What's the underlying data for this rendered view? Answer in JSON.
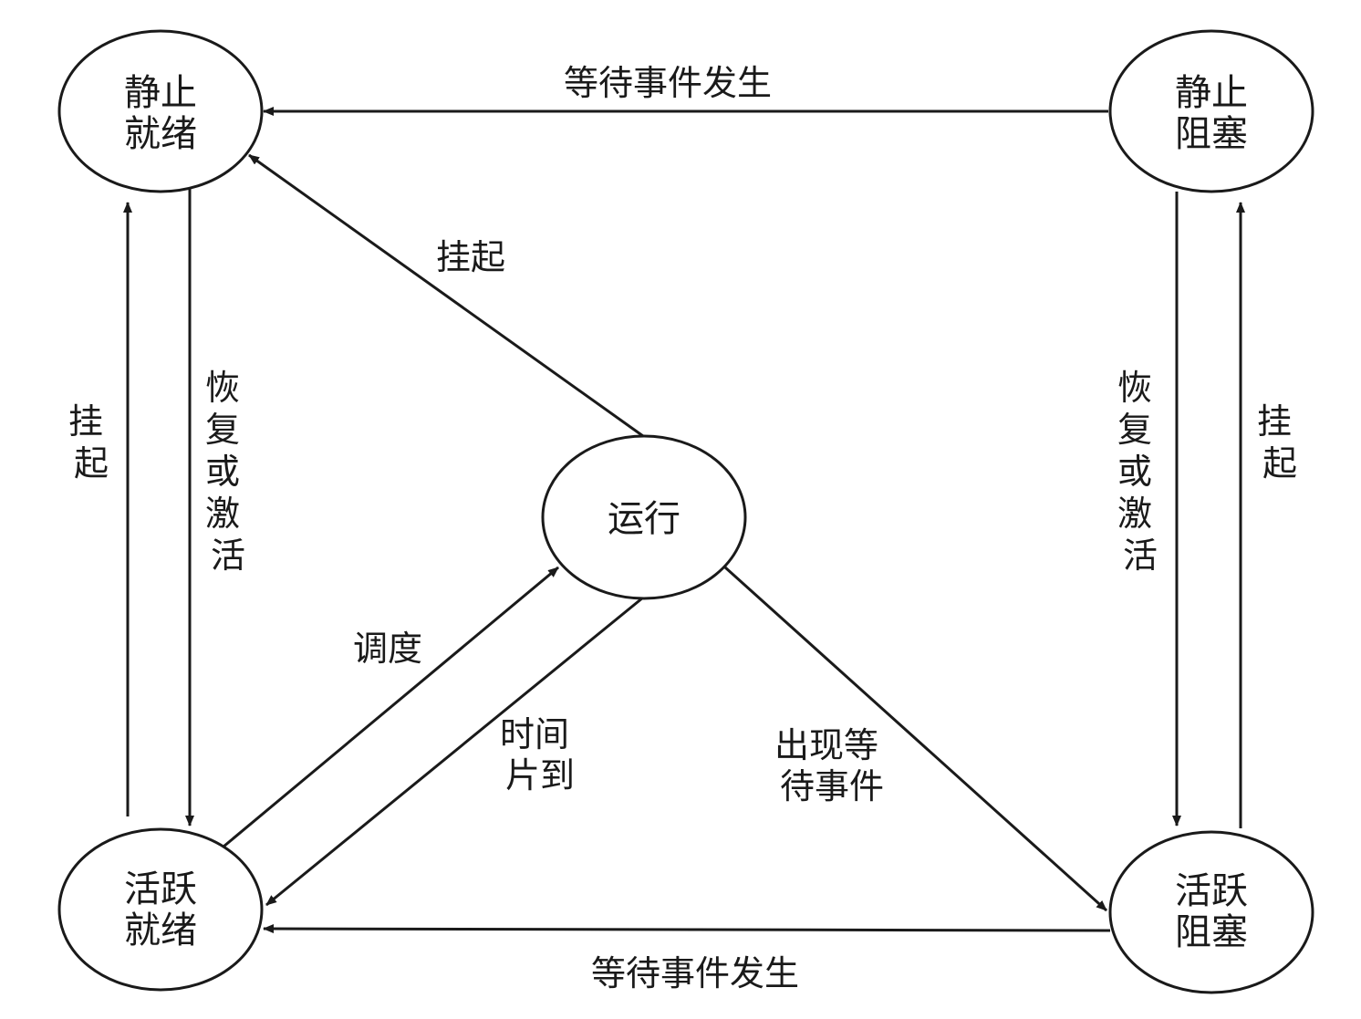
{
  "states": {
    "static_ready": {
      "line1": "静止",
      "line2": "就绪"
    },
    "static_blocked": {
      "line1": "静止",
      "line2": "阻塞"
    },
    "running": {
      "label": "运行"
    },
    "active_ready": {
      "line1": "活跃",
      "line2": "就绪"
    },
    "active_blocked": {
      "line1": "活跃",
      "line2": "阻塞"
    }
  },
  "edges": {
    "top_wait_event": "等待事件发生",
    "bottom_wait_event": "等待事件发生",
    "running_suspend": "挂起",
    "left_suspend": [
      "挂",
      "起"
    ],
    "left_resume": [
      "恢",
      "复",
      "或",
      "激",
      "活"
    ],
    "right_resume": [
      "恢",
      "复",
      "或",
      "激",
      "活"
    ],
    "right_suspend": [
      "挂",
      "起"
    ],
    "schedule": "调度",
    "timeslice": {
      "line1": "时间",
      "line2": "片到"
    },
    "wait_event": {
      "line1": "出现等",
      "line2": "待事件"
    }
  }
}
